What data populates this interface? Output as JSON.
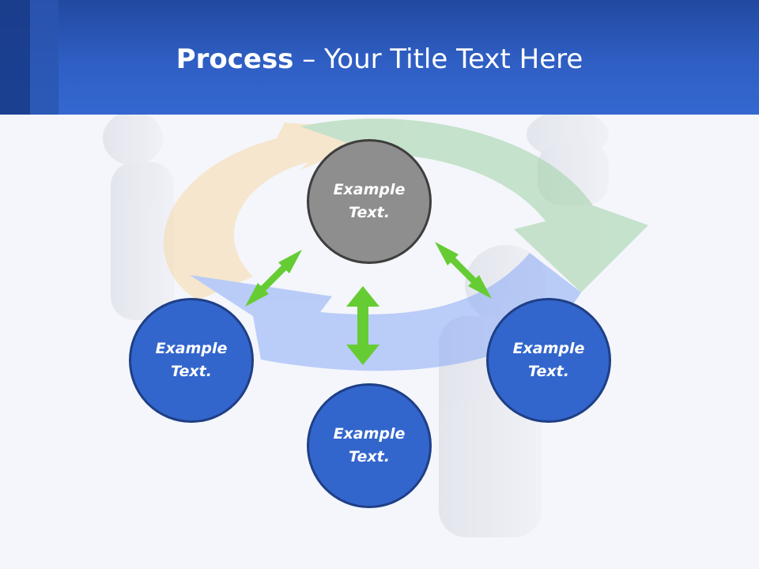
{
  "title": {
    "bold": "Process",
    "rest": " – Your Title Text Here"
  },
  "nodes": {
    "center": {
      "line1": "Example",
      "line2": "Text."
    },
    "left": {
      "line1": "Example",
      "line2": "Text."
    },
    "right": {
      "line1": "Example",
      "line2": "Text."
    },
    "bottom": {
      "line1": "Example",
      "line2": "Text."
    }
  },
  "colors": {
    "header": "#2f5fc4",
    "node_blue": "#3366cc",
    "node_grey": "#8e8e8e",
    "arrow_green": "#66cc33"
  }
}
